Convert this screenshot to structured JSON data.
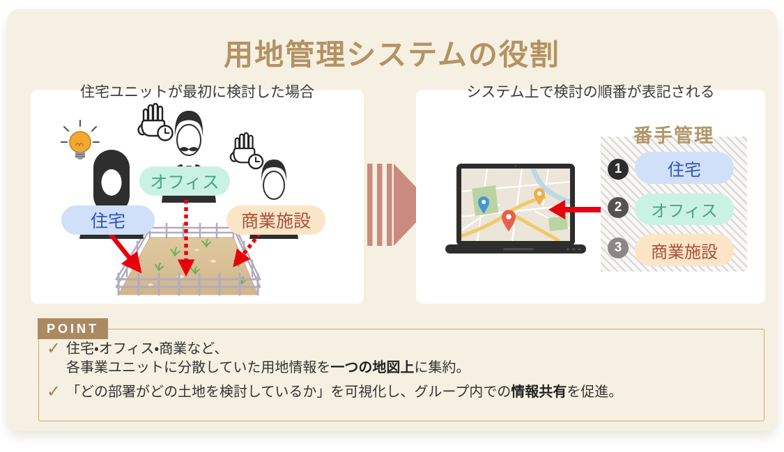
{
  "title": "用地管理システムの役割",
  "left_panel": {
    "caption": "住宅ユニットが最初に検討した場合",
    "pills": {
      "office": "オフィス",
      "housing": "住宅",
      "commercial": "商業施設"
    }
  },
  "right_panel": {
    "caption": "システム上で検討の順番が表記される",
    "rank": {
      "title": "番手管理",
      "items": [
        {
          "number": "1",
          "label": "住宅"
        },
        {
          "number": "2",
          "label": "オフィス"
        },
        {
          "number": "3",
          "label": "商業施設"
        }
      ]
    }
  },
  "point": {
    "label": "POINT",
    "check_glyph": "✓",
    "items": [
      {
        "line1": "住宅・オフィス・商業など、",
        "line2_pre": "各事業ユニットに分散していた用地情報を",
        "line2_bold": "一つの地図上",
        "line2_post": "に集約。"
      },
      {
        "pre": "「どの部署がどの土地を検討しているか」を可視化し、グループ内での",
        "bold": "情報共有",
        "post": "を促進。"
      }
    ]
  },
  "colors": {
    "card_bg": "#f5f0e1",
    "accent_brown": "#b39263",
    "point_label_bg": "#ab8a62",
    "arrow_red": "#e8000d",
    "mid_arrow": "#ca8a7d",
    "pill_housing_bg": "#cfe0f8",
    "pill_housing_text": "#2f55b8",
    "pill_office_bg": "#c9f2e4",
    "pill_office_text": "#45a589",
    "pill_commercial_bg": "#fbe5c7",
    "pill_commercial_text": "#a9503a",
    "rank_circle_1": "#2d2d2d",
    "rank_circle_2": "#565252",
    "rank_circle_3": "#8c8684"
  }
}
